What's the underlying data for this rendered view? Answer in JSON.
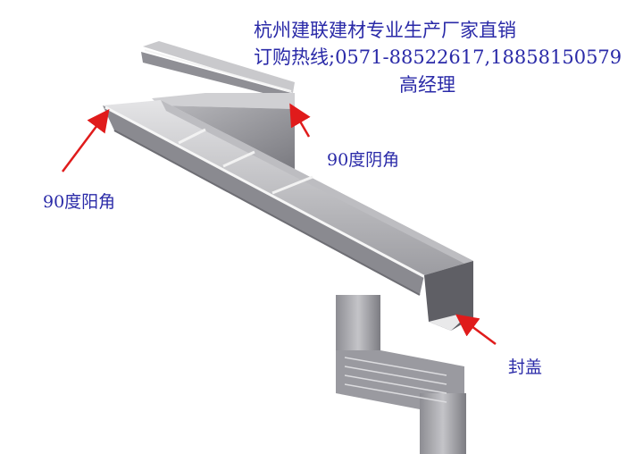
{
  "header": {
    "line1": "杭州建联建材专业生产厂家直销",
    "line2": "订购热线;0571-88522617,18858150579",
    "line3": "高经理"
  },
  "annotations": [
    {
      "label": "90度阳角",
      "target": "outside-corner"
    },
    {
      "label": "90度阴角",
      "target": "inside-corner"
    },
    {
      "label": "封盖",
      "target": "end-cap"
    }
  ],
  "colors": {
    "text": "#2a2aa8",
    "arrow": "#e01b1b",
    "metal_light": "#d6d6d8",
    "metal_mid": "#a9a9ad",
    "metal_dark": "#6d6d72"
  }
}
